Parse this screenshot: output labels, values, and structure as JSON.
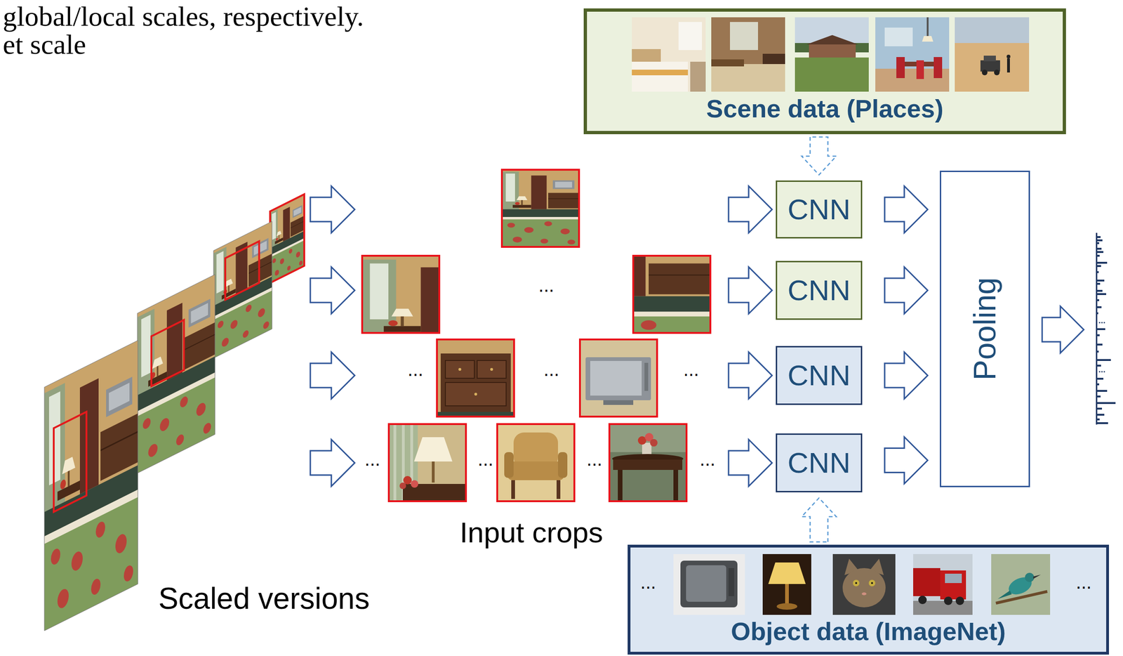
{
  "diagram": {
    "nodes": [
      {
        "text": [
          "Scene data (Places)"
        ]
      },
      {
        "text": [
          "CNN"
        ]
      },
      {
        "text": [
          "CNN"
        ]
      },
      {
        "text": [
          "CNN"
        ]
      },
      {
        "text": [
          "CNN"
        ]
      },
      {
        "text": [
          "Pooling"
        ]
      },
      {
        "text": [
          "Object data (ImageNet)"
        ]
      }
    ],
    "edges": [
      {
        "from": 0,
        "to": 1,
        "arrow": "to"
      },
      {
        "from": 1,
        "to": 5,
        "arrow": "to"
      },
      {
        "from": 2,
        "to": 5,
        "arrow": "to"
      },
      {
        "from": 3,
        "to": 5,
        "arrow": "to"
      },
      {
        "from": 4,
        "to": 5,
        "arrow": "to"
      },
      {
        "from": 6,
        "to": 4,
        "arrow": "to"
      }
    ],
    "labels": [
      "global/local scales, respectively.",
      "et scale",
      "...",
      "...",
      "...",
      "...",
      "...",
      "...",
      "...",
      "...",
      "Input crops",
      "Scaled versions",
      "...",
      "..."
    ]
  }
}
